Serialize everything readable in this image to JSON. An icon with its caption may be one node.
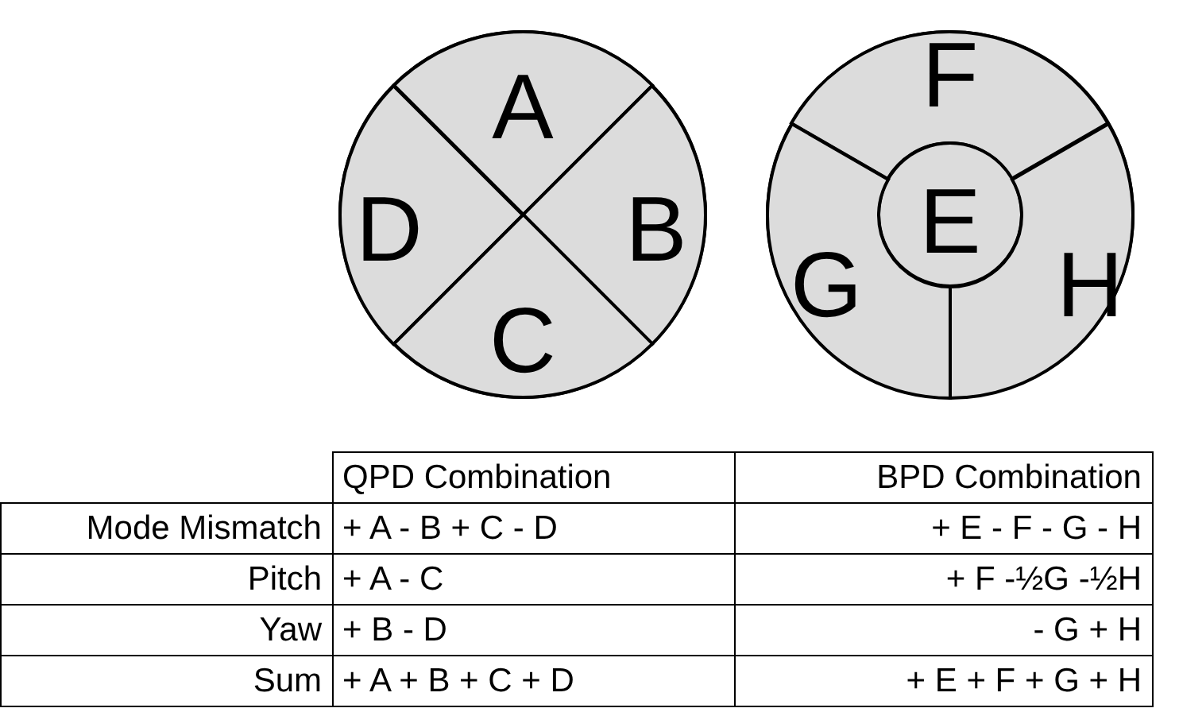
{
  "diagram": {
    "nodes": [
      {
        "text": [],
        "shape": "circle"
      },
      {
        "text": [
          "A"
        ],
        "in": 0
      },
      {
        "text": [
          "D"
        ],
        "in": 0
      },
      {
        "text": [
          "B"
        ],
        "in": 0
      },
      {
        "text": [
          "C"
        ],
        "in": 0
      },
      {
        "text": [],
        "shape": "circle"
      },
      {
        "text": [
          "F"
        ],
        "in": 5
      },
      {
        "text": [
          "E"
        ],
        "in": 5
      },
      {
        "text": [
          "G"
        ],
        "in": 5
      },
      {
        "text": [
          "H"
        ],
        "in": 5
      }
    ],
    "edges": [],
    "labels": [
      "QPD Combination",
      "BPD Combination",
      "Mode Mismatch",
      "+ A - B + C - D",
      "+ E - F - G - H",
      "Pitch",
      "+ A - C",
      "+ F -½G -½H",
      "Yaw",
      "+ B - D",
      "- G + H",
      "Sum",
      "+ A + B + C + D",
      "+ E + F + G + H"
    ]
  }
}
